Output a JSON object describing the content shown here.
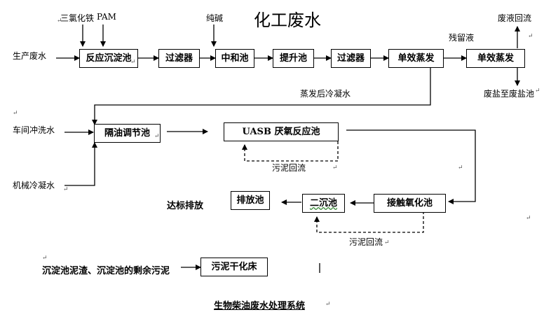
{
  "title": "化工废水",
  "caption": "生物柴油废水处理系统",
  "boxes": {
    "reaction_sedimentation": "反应沉淀池",
    "filter1": "过滤器",
    "neutralization": "中和池",
    "lift": "提升池",
    "filter2": "过滤器",
    "evaporator1": "单效蒸发",
    "evaporator2": "单效蒸发",
    "oil_separation": "隔油调节池",
    "uasb": "UASB 厌氧反应池",
    "secondary_clarifier": "二沉池",
    "contact_oxidation": "接触氧化池",
    "discharge": "排放池",
    "sludge_drying": "污泥干化床"
  },
  "labels": {
    "fecl3": "三氯化铁",
    "pam": "PAM",
    "soda": "纯碱",
    "waste_return": "废液回流",
    "residual": "残留液",
    "production_water": "生产废水",
    "waste_salt": "废盐至废盐池",
    "condensate": "蒸发后冷凝水",
    "workshop_water": "车间冲洗水",
    "mech_condensate": "机械冷凝水",
    "sludge_return1": "污泥回流",
    "sludge_return2": "污泥回流",
    "compliance": "达标排放",
    "sludge_source": "沉淀池泥渣、沉淀池的剩余污泥"
  },
  "marks": {
    "paragraph": "↵"
  }
}
